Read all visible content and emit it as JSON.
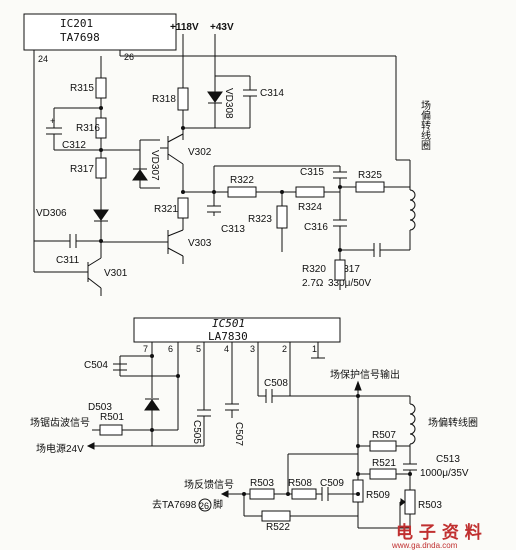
{
  "ic201": {
    "name": "IC201",
    "part": "TA7698",
    "pin_a": "24",
    "pin_b": "26"
  },
  "supply": {
    "v118": "+118V",
    "v43": "+43V"
  },
  "upper": {
    "r315": "R315",
    "r316": "R316",
    "r317": "R317",
    "r318": "R318",
    "r321": "R321",
    "r322": "R322",
    "r323": "R323",
    "r324": "R324",
    "r325": "R325",
    "r320": "R320",
    "r320_val": "2.7Ω",
    "c312": "C312",
    "c313": "C313",
    "c314": "C314",
    "c315": "C315",
    "c316": "C316",
    "c311": "C311",
    "c317": "C317",
    "c317_val": "330μ/50V",
    "vd306": "VD306",
    "vd307": "VD307",
    "vd308": "VD308",
    "v301": "V301",
    "v302": "V302",
    "v303": "V303",
    "yoke": "场偏转线圈"
  },
  "ic501": {
    "name": "IC501",
    "part": "LA7830",
    "pins": [
      "7",
      "6",
      "5",
      "4",
      "3",
      "2",
      "1"
    ]
  },
  "lower": {
    "c504": "C504",
    "d503": "D503",
    "r501": "R501",
    "c505": "C505",
    "c507": "C507",
    "c508": "C508",
    "r507": "R507",
    "r521": "R521",
    "c513": "C513",
    "c513_val": "1000μ/35V",
    "r508": "R508",
    "c509": "C509",
    "r503": "R503",
    "r509": "R509",
    "r522": "R522",
    "r503b": "R503",
    "sawtooth": "场锯齿波信号",
    "power": "场电源24V",
    "protect": "场保护信号输出",
    "yoke": "场偏转线圈",
    "feedback": "场反馈信号",
    "to_pin": "去TA7698",
    "pin26": "26",
    "foot": "脚"
  },
  "watermark": {
    "text": "电 子 资 料",
    "url": "www.ga.dnda.com"
  }
}
